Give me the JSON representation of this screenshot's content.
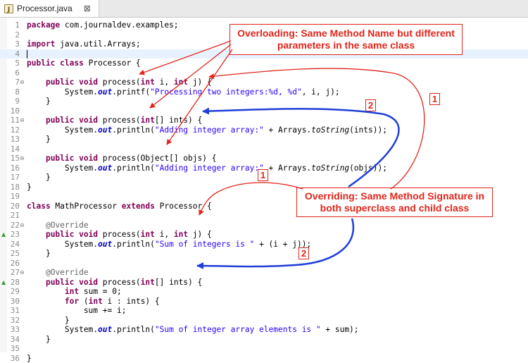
{
  "tab": {
    "title": "Processor.java",
    "close": "⊠",
    "icon": "java-file-icon"
  },
  "code_lines": [
    [
      {
        "t": "package",
        "c": "kw"
      },
      {
        "t": " com.journaldev.examples;"
      }
    ],
    [],
    [
      {
        "t": "import",
        "c": "kw"
      },
      {
        "t": " java.util.Arrays;"
      }
    ],
    [],
    [
      {
        "t": "public class",
        "c": "kw"
      },
      {
        "t": " Processor {"
      }
    ],
    [],
    [
      {
        "t": "    "
      },
      {
        "t": "public void",
        "c": "kw"
      },
      {
        "t": " process("
      },
      {
        "t": "int",
        "c": "kw"
      },
      {
        "t": " i, "
      },
      {
        "t": "int",
        "c": "kw"
      },
      {
        "t": " j) {"
      }
    ],
    [
      {
        "t": "        System."
      },
      {
        "t": "out",
        "c": "fld"
      },
      {
        "t": ".printf("
      },
      {
        "t": "\"Processing two integers:%d, %d\"",
        "c": "str"
      },
      {
        "t": ", i, j);"
      }
    ],
    [
      {
        "t": "    }"
      }
    ],
    [],
    [
      {
        "t": "    "
      },
      {
        "t": "public void",
        "c": "kw"
      },
      {
        "t": " process("
      },
      {
        "t": "int",
        "c": "kw"
      },
      {
        "t": "[] ints) {"
      }
    ],
    [
      {
        "t": "        System."
      },
      {
        "t": "out",
        "c": "fld"
      },
      {
        "t": ".println("
      },
      {
        "t": "\"Adding integer array:\"",
        "c": "str"
      },
      {
        "t": " + Arrays."
      },
      {
        "t": "toString",
        "c": "it"
      },
      {
        "t": "(ints));"
      }
    ],
    [
      {
        "t": "    }"
      }
    ],
    [],
    [
      {
        "t": "    "
      },
      {
        "t": "public void",
        "c": "kw"
      },
      {
        "t": " process(Object[] objs) {"
      }
    ],
    [
      {
        "t": "        System."
      },
      {
        "t": "out",
        "c": "fld"
      },
      {
        "t": ".println("
      },
      {
        "t": "\"Adding integer array:\"",
        "c": "str"
      },
      {
        "t": " + Arrays."
      },
      {
        "t": "toString",
        "c": "it"
      },
      {
        "t": "(objs));"
      }
    ],
    [
      {
        "t": "    }"
      }
    ],
    [
      {
        "t": "}"
      }
    ],
    [],
    [
      {
        "t": "class",
        "c": "kw"
      },
      {
        "t": " MathProcessor "
      },
      {
        "t": "extends",
        "c": "kw"
      },
      {
        "t": " Processor {"
      }
    ],
    [],
    [
      {
        "t": "    "
      },
      {
        "t": "@Override",
        "c": "ann"
      }
    ],
    [
      {
        "t": "    "
      },
      {
        "t": "public void",
        "c": "kw"
      },
      {
        "t": " process("
      },
      {
        "t": "int",
        "c": "kw"
      },
      {
        "t": " i, "
      },
      {
        "t": "int",
        "c": "kw"
      },
      {
        "t": " j) {"
      }
    ],
    [
      {
        "t": "        System."
      },
      {
        "t": "out",
        "c": "fld"
      },
      {
        "t": ".println("
      },
      {
        "t": "\"Sum of integers is \"",
        "c": "str"
      },
      {
        "t": " + (i + j));"
      }
    ],
    [
      {
        "t": "    }"
      }
    ],
    [],
    [
      {
        "t": "    "
      },
      {
        "t": "@Override",
        "c": "ann"
      }
    ],
    [
      {
        "t": "    "
      },
      {
        "t": "public void",
        "c": "kw"
      },
      {
        "t": " process("
      },
      {
        "t": "int",
        "c": "kw"
      },
      {
        "t": "[] ints) {"
      }
    ],
    [
      {
        "t": "        "
      },
      {
        "t": "int",
        "c": "kw"
      },
      {
        "t": " sum = 0;"
      }
    ],
    [
      {
        "t": "        "
      },
      {
        "t": "for",
        "c": "kw"
      },
      {
        "t": " ("
      },
      {
        "t": "int",
        "c": "kw"
      },
      {
        "t": " i : ints) {"
      }
    ],
    [
      {
        "t": "            sum += i;"
      }
    ],
    [
      {
        "t": "        }"
      }
    ],
    [
      {
        "t": "        System."
      },
      {
        "t": "out",
        "c": "fld"
      },
      {
        "t": ".println("
      },
      {
        "t": "\"Sum of integer array elements is \"",
        "c": "str"
      },
      {
        "t": " + sum);"
      }
    ],
    [
      {
        "t": "    }"
      }
    ],
    [],
    [
      {
        "t": "}"
      }
    ]
  ],
  "fold_lines": [
    7,
    11,
    15,
    22,
    27
  ],
  "override_marker_lines": [
    23,
    28
  ],
  "current_line": 4,
  "callouts": {
    "overloading": "Overloading: Same Method Name but different parameters in the same class",
    "overriding": "Overriding: Same Method Signature in both superclass and child class"
  },
  "badges": {
    "b1": "1",
    "b2": "2",
    "b3": "1",
    "b4": "2"
  },
  "colors": {
    "red": "#e0251b",
    "blue": "#1f3fd8",
    "keyword": "#7f0055",
    "string": "#2a00ff"
  }
}
